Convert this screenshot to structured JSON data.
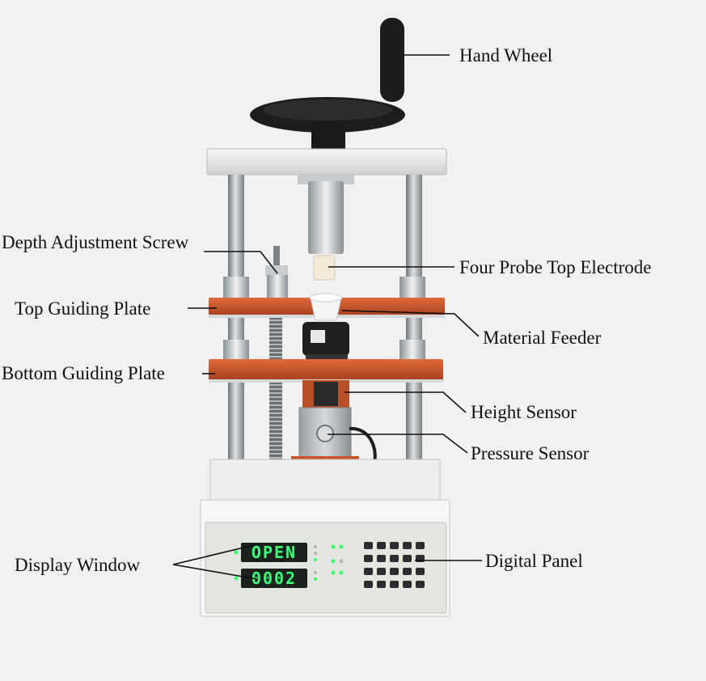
{
  "labels": {
    "hand_wheel": "Hand Wheel",
    "depth_adjustment_screw": "Depth Adjustment Screw",
    "four_probe_top_electrode": "Four Probe Top Electrode",
    "top_guiding_plate": "Top Guiding Plate",
    "material_feeder": "Material Feeder",
    "bottom_guiding_plate": "Bottom Guiding Plate",
    "height_sensor": "Height Sensor",
    "pressure_sensor": "Pressure Sensor",
    "display_window": "Display Window",
    "digital_panel": "Digital Panel"
  },
  "display": {
    "top_reading": "OPEN",
    "bottom_reading": "0002"
  },
  "colors": {
    "background": "#f1f1f1",
    "plate_orange": "#c9542a",
    "wheel_black": "#1d1d1d",
    "display_green": "#3dff7a",
    "display_bg": "#1c211d",
    "panel_face": "#e3e6df",
    "steel": "#9aa0a4"
  }
}
